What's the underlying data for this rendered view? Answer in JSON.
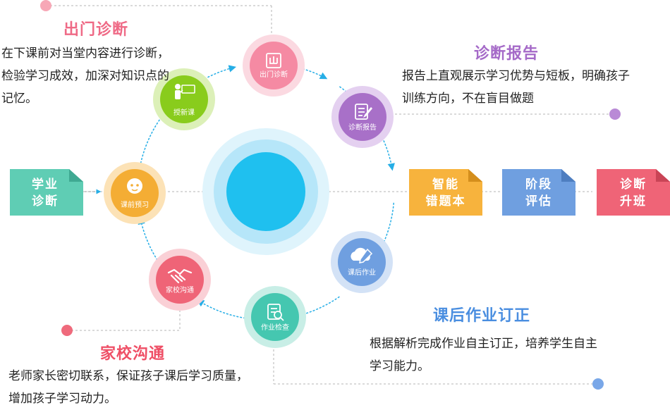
{
  "cycle_nodes": [
    {
      "id": "exit",
      "label": "出门诊断",
      "icon": "clipboard-out-icon"
    },
    {
      "id": "report",
      "label": "诊断报告",
      "icon": "document-edit-icon"
    },
    {
      "id": "homework",
      "label": "课后作业",
      "icon": "cloud-pen-icon"
    },
    {
      "id": "check",
      "label": "作业检查",
      "icon": "document-search-icon"
    },
    {
      "id": "comm",
      "label": "家校沟通",
      "icon": "handshake-icon"
    },
    {
      "id": "preview",
      "label": "课前预习",
      "icon": "lion-face-icon"
    },
    {
      "id": "lesson",
      "label": "授新课",
      "icon": "teacher-board-icon"
    }
  ],
  "tags": {
    "start": "学业\n诊断",
    "mistakes": "智能\n错题本",
    "stage": "阶段\n评估",
    "upgrade": "诊断\n升班"
  },
  "callouts": {
    "exit": {
      "title": "出门诊断",
      "text": "在下课前对当堂内容进行诊断，检验学习成效，加深对知识点的记忆。"
    },
    "report": {
      "title": "诊断报告",
      "text": "报告上直观展示学习优势与短板，明确孩子训练方向，不在盲目做题"
    },
    "homework": {
      "title": "课后作业订正",
      "text": "根据解析完成作业自主订正，培养学生自主学习能力。"
    },
    "comm": {
      "title": "家校沟通",
      "text": "老师家长密切联系，保证孩子课后学习质量，增加孩子学习动力。"
    }
  },
  "colors": {
    "exit": "#f58aa3",
    "report": "#a870c8",
    "homework": "#6f9fe0",
    "check": "#45c7b0",
    "comm": "#ef6477",
    "preview": "#f4ad34",
    "lesson": "#89cc1c",
    "hub": "#1fc0ef",
    "arrow": "#26aee6",
    "tag_start": "#5fcdb4",
    "tag_mistakes": "#f7b33d",
    "tag_stage": "#6f9fe0",
    "tag_upgrade": "#ef6477"
  }
}
